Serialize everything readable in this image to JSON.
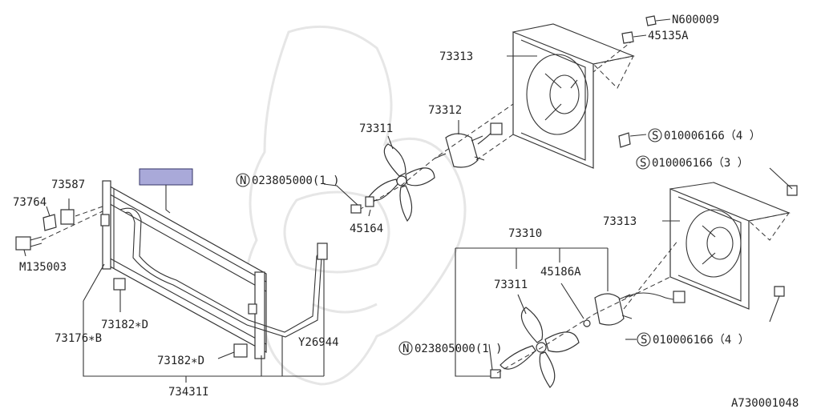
{
  "callouts": {
    "n600009": "N600009",
    "p45135a": "45135A",
    "p73313_top": "73313",
    "p73312": "73312",
    "p73311_top": "73311",
    "s_top": "S",
    "s_top_text": "010006166（4 ）",
    "s_mid": "S",
    "s_mid_text": "010006166（3 ）",
    "n_top": "N",
    "n_top_text": "023805000(1 )",
    "p73587": "73587",
    "p73764": "73764",
    "m135003": "M135003",
    "p45164": "45164",
    "p73313_right": "73313",
    "p73310": "73310",
    "p45186a": "45186A",
    "p73311_low": "73311",
    "p73182d_a": "73182∗D",
    "p73176b": "73176∗B",
    "y26944": "Y26944",
    "n_low": "N",
    "n_low_text": "023805000(1 )",
    "s_low": "S",
    "s_low_text": "010006166（4 ）",
    "p73182d_b": "73182∗D",
    "p73431i": "73431I",
    "figure_code": "A730001048"
  },
  "colors": {
    "line": "#333333",
    "highlight_fill": "#a9a9d9",
    "highlight_stroke": "#333366",
    "watermark": "#e6e6e6"
  }
}
